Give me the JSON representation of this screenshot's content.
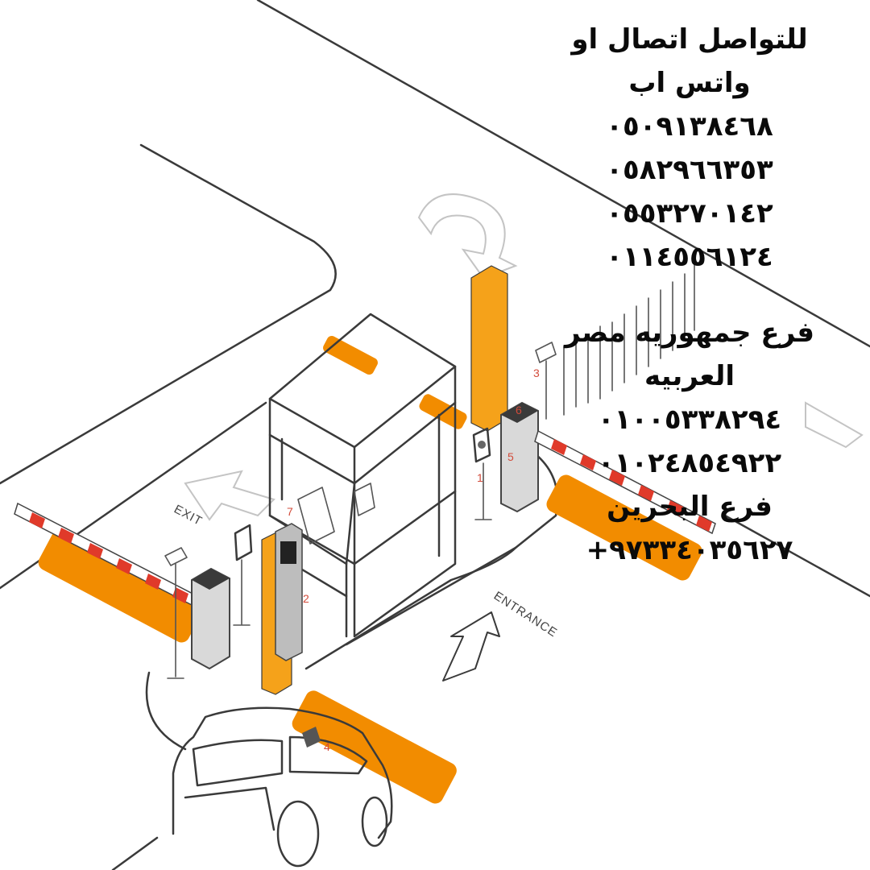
{
  "contact": {
    "heading_line1": "للتواصل اتصال او",
    "heading_line2": "واتس اب",
    "phones": [
      "٠٥٠٩١٣٨٤٦٨",
      "٠٥٨٢٩٦٦٣٥٣",
      "٠٥٥٣٢٧٠١٤٢",
      "٠١١٤٥٥٦١٢٤"
    ]
  },
  "egypt_branch": {
    "heading_line1": "فرع جمهوريه مصر",
    "heading_line2": "العربيه",
    "phones": [
      "٠١٠٠٥٣٣٨٢٩٤",
      "٠١٠٢٤٨٥٤٩٢٢"
    ]
  },
  "bahrain_branch": {
    "heading": "فرع البحرين",
    "phone": "+٩٧٣٣٤٠٣٥٦٢٧"
  },
  "diagram": {
    "exit_label": "EXIT",
    "entrance_label": "ENTRANCE",
    "component_numbers": [
      "1",
      "2",
      "3",
      "4",
      "5",
      "6",
      "7"
    ],
    "accent_color": "#f28c00",
    "barrier_stripe_color": "#e03a2a"
  }
}
